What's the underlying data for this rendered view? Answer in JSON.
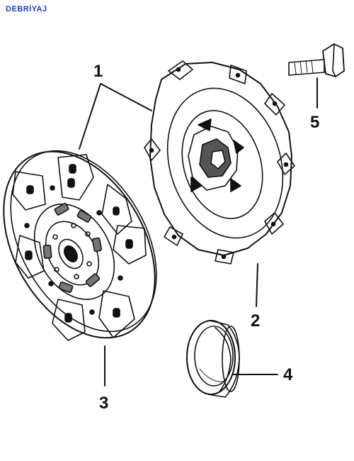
{
  "header": {
    "title": "DEBRİYAJ"
  },
  "callouts": {
    "clutch_disc": "1",
    "pressure_plate": "2",
    "disc_hub": "3",
    "release_bearing": "4",
    "bolt": "5"
  },
  "colors": {
    "title": "#1f3fb5",
    "line": "#111111"
  }
}
